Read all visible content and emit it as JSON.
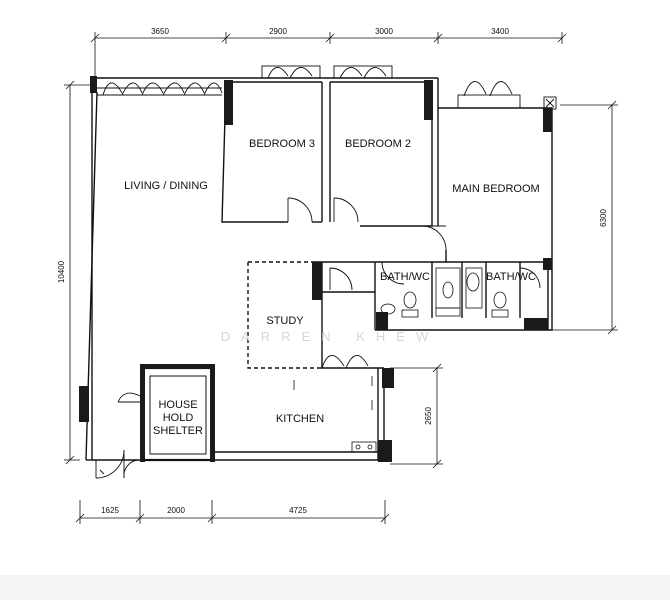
{
  "rooms": {
    "living": "LIVING / DINING",
    "bedroom3": "BEDROOM 3",
    "bedroom2": "BEDROOM 2",
    "main_bedroom": "MAIN BEDROOM",
    "bath1": "BATH/WC",
    "bath2": "BATH/WC",
    "study": "STUDY",
    "kitchen": "KITCHEN",
    "shelter_line1": "HOUSE",
    "shelter_line2": "HOLD",
    "shelter_line3": "SHELTER"
  },
  "dimensions": {
    "top": [
      "3650",
      "2900",
      "3000",
      "3400"
    ],
    "bottom": [
      "1625",
      "2000",
      "4725"
    ],
    "left": "10400",
    "right": "6300",
    "right_lower": "2650"
  },
  "watermark": "DARREN KHEW",
  "colors": {
    "line": "#111111",
    "fill_wall": "#1a1a1a",
    "watermark": "#d6d6d6"
  }
}
